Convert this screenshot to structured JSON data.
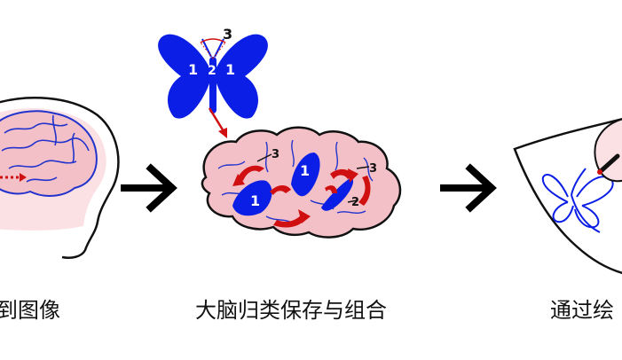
{
  "captions": {
    "left": "到图像",
    "middle": "大脑归类保存与组合",
    "right": "通过绘"
  },
  "butterfly_labels": {
    "wing_left": "1",
    "body": "2",
    "antenna": "3",
    "wing_right": "1"
  },
  "brain_labels": {
    "wing_left": "1",
    "antenna_left": "3",
    "antenna_right": "3",
    "body_right": "2"
  },
  "colors": {
    "butterfly_blue": "#0a1ee6",
    "arrow_red": "#d01010",
    "brain_pink": "#f4c0c8",
    "head_fill": "#fbe0e4",
    "vein_blue": "#2233cc",
    "flow_arrow": "#000000"
  }
}
